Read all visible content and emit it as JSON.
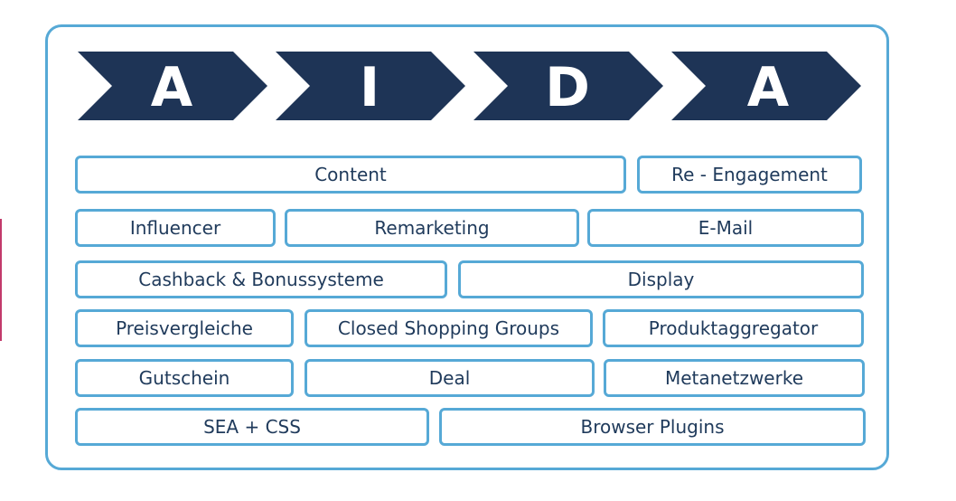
{
  "aida": {
    "stages": [
      "A",
      "I",
      "D",
      "A"
    ]
  },
  "rows": [
    [
      "Content",
      "Re - Engagement"
    ],
    [
      "Influencer",
      "Remarketing",
      "E-Mail"
    ],
    [
      "Cashback & Bonussysteme",
      "Display"
    ],
    [
      "Preisvergleiche",
      "Closed Shopping Groups",
      "Produktaggregator"
    ],
    [
      "Gutschein",
      "Deal",
      "Metanetzwerke"
    ],
    [
      "SEA + CSS",
      "Browser Plugins"
    ]
  ],
  "colors": {
    "chevron": "#1e3456",
    "border": "#56a9d6",
    "text": "#1f3a5b",
    "accent": "#c23a6b"
  }
}
